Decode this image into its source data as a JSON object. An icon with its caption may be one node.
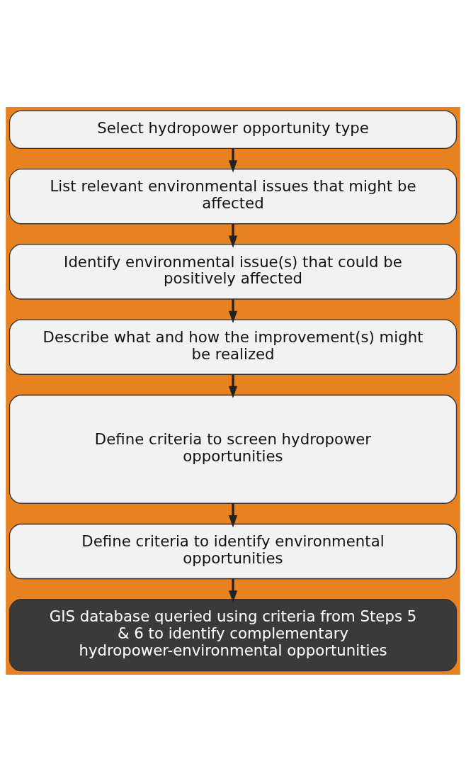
{
  "diagram": {
    "nodes": [
      {
        "text": [
          "Select hydropower opportunity type"
        ]
      },
      {
        "text": [
          "List relevant environmental issues that might be affected"
        ]
      },
      {
        "text": [
          "Identify environmental issue(s) that could be positively affected"
        ]
      },
      {
        "text": [
          "Describe what and how the improvement(s) might be realized"
        ]
      },
      {
        "text": [
          "Define criteria to screen hydropower opportunities"
        ]
      },
      {
        "text": [
          "Define criteria to identify environmental opportunities"
        ]
      },
      {
        "text": [
          "GIS database queried using criteria from Steps 5 & 6 to identify complementary hydropower-environmental opportunities"
        ]
      }
    ],
    "edges": [
      {
        "from": 0,
        "to": 1,
        "arrow": "to"
      },
      {
        "from": 1,
        "to": 2,
        "arrow": "to"
      },
      {
        "from": 2,
        "to": 3,
        "arrow": "to"
      },
      {
        "from": 3,
        "to": 4,
        "arrow": "to"
      },
      {
        "from": 4,
        "to": 5,
        "arrow": "to"
      },
      {
        "from": 5,
        "to": 6,
        "arrow": "to"
      }
    ]
  }
}
